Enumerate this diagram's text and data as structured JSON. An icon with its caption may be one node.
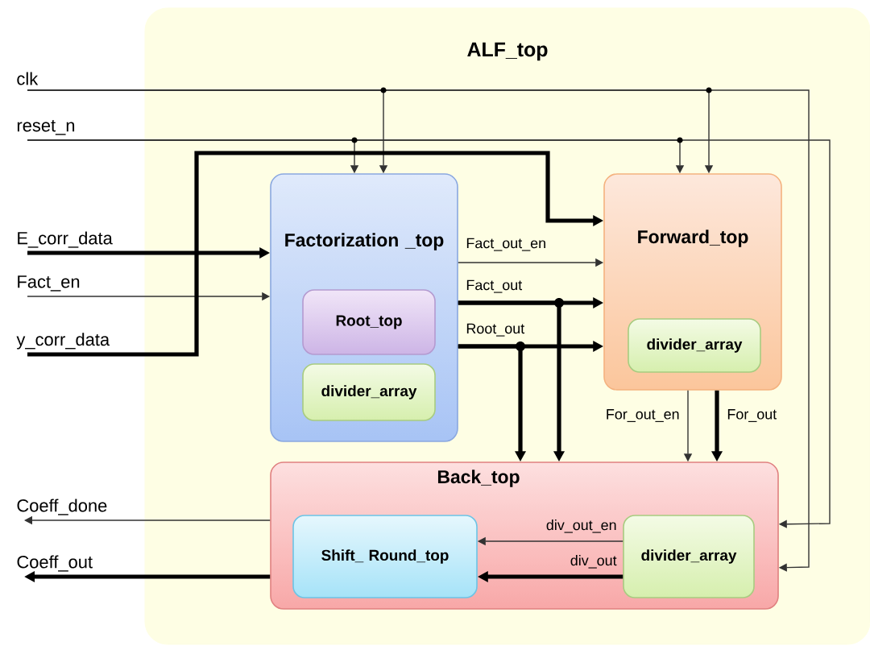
{
  "diagram": {
    "nodes": [
      {
        "text": [
          "ALF_top"
        ]
      },
      {
        "text": [
          "Factorization _top"
        ],
        "in": 0
      },
      {
        "text": [
          "Root_top"
        ],
        "in": 1
      },
      {
        "text": [
          "divider_array"
        ],
        "in": 1
      },
      {
        "text": [
          "Forward_top"
        ],
        "in": 0
      },
      {
        "text": [
          "divider_array"
        ],
        "in": 4
      },
      {
        "text": [
          "Back_top"
        ],
        "in": 0
      },
      {
        "text": [
          "Shift_ Round_top"
        ],
        "in": 6
      },
      {
        "text": [
          "divider_array"
        ],
        "in": 6
      },
      {
        "text": [
          "clk"
        ]
      },
      {
        "text": [
          "reset_n"
        ]
      },
      {
        "text": [
          "E_corr_data"
        ]
      },
      {
        "text": [
          "Fact_en"
        ]
      },
      {
        "text": [
          "y_corr_data"
        ]
      },
      {
        "text": [
          "Coeff_done"
        ]
      },
      {
        "text": [
          "Coeff_out"
        ]
      }
    ],
    "edges": [
      {
        "from": 9,
        "to": 1,
        "arrow": "to"
      },
      {
        "from": 9,
        "to": 4,
        "arrow": "to"
      },
      {
        "from": 9,
        "to": 6,
        "arrow": "to"
      },
      {
        "from": 10,
        "to": 1,
        "arrow": "to"
      },
      {
        "from": 10,
        "to": 4,
        "arrow": "to"
      },
      {
        "from": 10,
        "to": 6,
        "arrow": "to"
      },
      {
        "from": 11,
        "to": 1,
        "arrow": "to",
        "style": "thick"
      },
      {
        "from": 12,
        "to": 1,
        "arrow": "to"
      },
      {
        "from": 13,
        "to": 4,
        "arrow": "to",
        "style": "thick"
      },
      {
        "from": 1,
        "to": 4,
        "arrow": "to",
        "label": "Fact_out_en"
      },
      {
        "from": 1,
        "to": 4,
        "arrow": "to",
        "label": "Fact_out",
        "style": "thick"
      },
      {
        "from": 1,
        "to": 6,
        "arrow": "to",
        "style": "thick"
      },
      {
        "from": 1,
        "to": 4,
        "arrow": "to",
        "label": "Root_out",
        "style": "thick"
      },
      {
        "from": 1,
        "to": 6,
        "arrow": "to",
        "style": "thick"
      },
      {
        "from": 4,
        "to": 6,
        "arrow": "to",
        "label": "For_out_en"
      },
      {
        "from": 4,
        "to": 6,
        "arrow": "to",
        "label": "For_out",
        "style": "thick"
      },
      {
        "from": 8,
        "to": 7,
        "arrow": "to",
        "label": "div_out_en"
      },
      {
        "from": 8,
        "to": 7,
        "arrow": "to",
        "label": "div_out",
        "style": "thick"
      },
      {
        "from": 6,
        "to": 14,
        "arrow": "to"
      },
      {
        "from": 6,
        "to": 15,
        "arrow": "to",
        "style": "thick"
      }
    ]
  }
}
